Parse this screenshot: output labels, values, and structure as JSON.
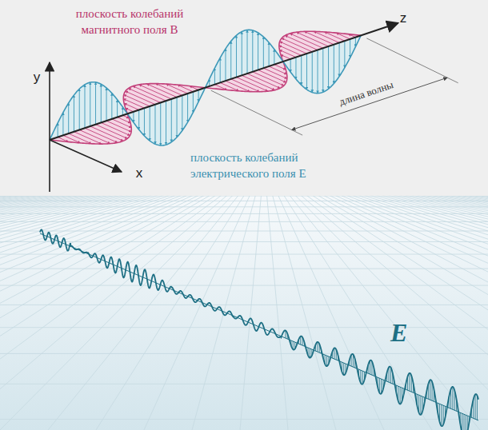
{
  "diagram": {
    "labels": [
      "y",
      "z",
      "плоскость колебаний магнитного поля B",
      "длина волны",
      "x",
      "плоскость колебаний электрического поля E",
      "E"
    ]
  }
}
